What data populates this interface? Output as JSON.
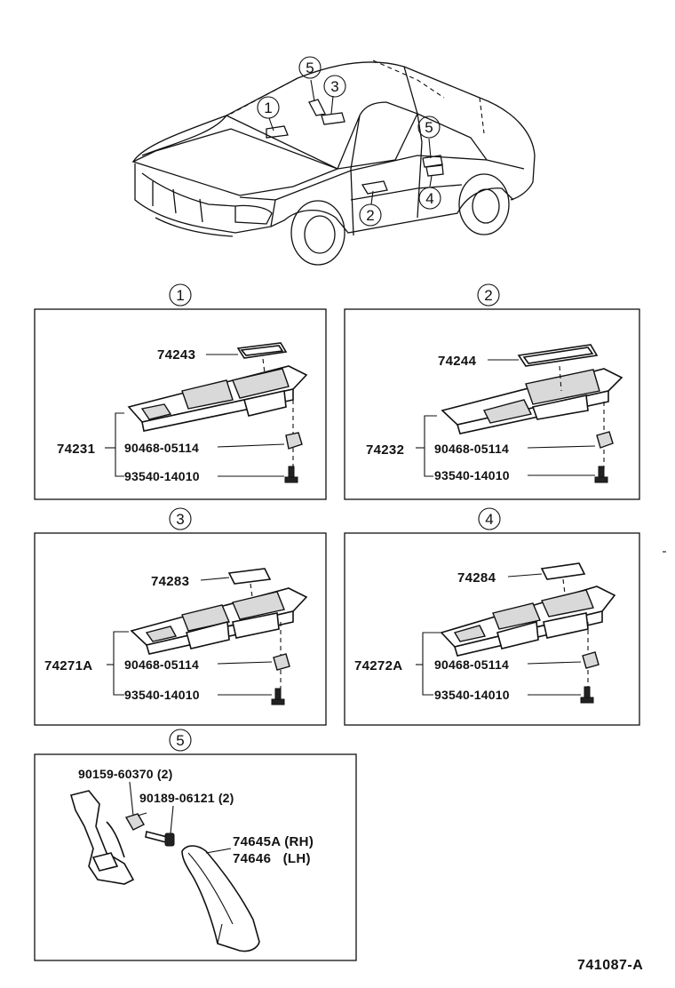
{
  "car": {
    "callouts": [
      "1",
      "2",
      "3",
      "4",
      "5",
      "5"
    ]
  },
  "panels": [
    {
      "index": "1",
      "cover_part": "74243",
      "assembly_part": "74231",
      "clip_part": "90468-05114",
      "screw_part": "93540-14010"
    },
    {
      "index": "2",
      "cover_part": "74244",
      "assembly_part": "74232",
      "clip_part": "90468-05114",
      "screw_part": "93540-14010"
    },
    {
      "index": "3",
      "cover_part": "74283",
      "assembly_part": "74271A",
      "clip_part": "90468-05114",
      "screw_part": "93540-14010"
    },
    {
      "index": "4",
      "cover_part": "74284",
      "assembly_part": "74272A",
      "clip_part": "90468-05114",
      "screw_part": "93540-14010"
    }
  ],
  "panel5": {
    "index": "5",
    "nut_part": "90159-60370 (2)",
    "bolt_part": "90189-06121 (2)",
    "handle_rh": "74645A (RH)",
    "handle_lh": "74646   (LH)"
  },
  "diagram_code": "741087-A"
}
